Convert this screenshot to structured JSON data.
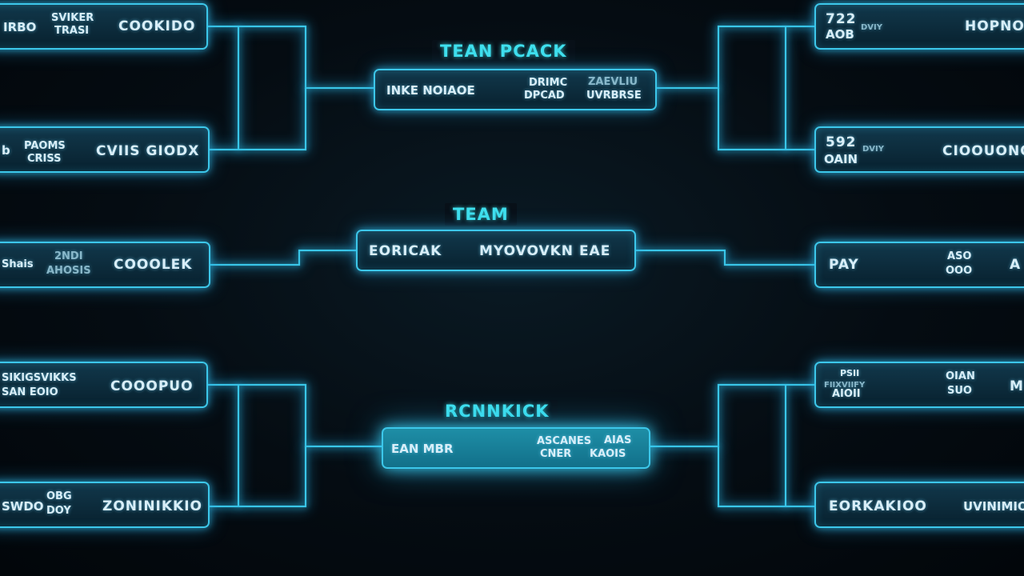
{
  "round_labels": {
    "top": "TEAN PCACK",
    "middle": "TEAM",
    "bottom": "RCNNKICK"
  },
  "left_slots": [
    {
      "pre": "IRBO",
      "tag_top": "SVIKER",
      "tag_bottom": "TRASI",
      "name": "COOKIDO"
    },
    {
      "pre": "b",
      "tag_top": "PAOMS",
      "tag_bottom": "CRISS",
      "name": "CVIIS GIODX"
    },
    {
      "pre": "Shais",
      "tag_top": "2NDI",
      "tag_bottom": "AHOSIS",
      "name": "COOOLEK"
    },
    {
      "pre": "SIKIGSVIKKS",
      "tag_top": "",
      "tag_bottom": "SAN EOIO",
      "name": "COOOPUO"
    },
    {
      "pre": "SWDO",
      "tag_top": "OBG",
      "tag_bottom": "DOY",
      "name": "ZONINIKKIO"
    }
  ],
  "right_slots": [
    {
      "num_top": "722",
      "num_bottom": "AOB",
      "tag": "DVIY",
      "name": "HOPNORR"
    },
    {
      "num_top": "592",
      "num_bottom": "OAIN",
      "tag": "DVIY",
      "name": "CIOOUONO"
    },
    {
      "num_top": "PAY",
      "num_bottom": "",
      "tag": "",
      "mid_top": "ASO",
      "mid_bottom": "OOO",
      "name": "A"
    },
    {
      "num_top": "PSII",
      "num_bottom": "AIOII",
      "tag": "FIIXVIIFY",
      "mid_top": "OIAN",
      "mid_bottom": "SUO",
      "name": "M"
    },
    {
      "num_top": "EORKAKIOO",
      "num_bottom": "",
      "tag": "",
      "name": "UVINIMIO"
    }
  ],
  "center_slots": [
    {
      "left": "INKE NOIAOE",
      "mid_top": "DRIMC",
      "mid_bottom": "DPCAD",
      "right_top": "ZAEVLIU",
      "right_bottom": "UVRBRSE"
    },
    {
      "left": "EORICAK",
      "right": "MYOVOVKN EAE"
    },
    {
      "left": "EAN MBR",
      "mid_top": "ASCANES",
      "mid_bottom": "CNER",
      "right_top": "AIAS",
      "right_bottom": "KAOIS"
    }
  ]
}
